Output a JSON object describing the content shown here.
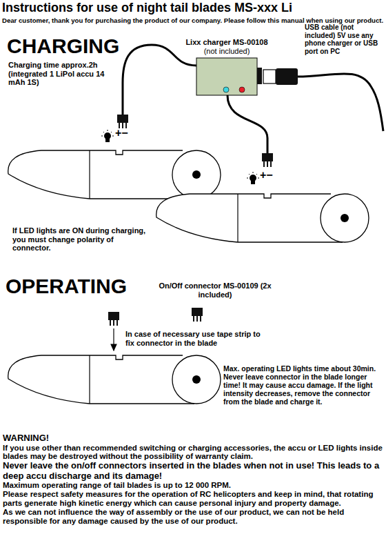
{
  "diagram": {
    "title": "Instructions for use of night tail blades MS-xxx Li",
    "nodes": [
      {
        "text": [
          "Lixx charger MS-00108",
          "(not included)"
        ]
      }
    ],
    "labels": [
      "Dear customer, thank you for purchasing the product of our company. Please follow this manual when using our product.",
      "CHARGING",
      "Charging time approx.2h (integrated 1 LiPol accu 14 mAh 1S)",
      "USB cable (not included) 5V use any phone charger or USB port on PC",
      "+−",
      "+−",
      "If LED lights are ON during charging, you must change polarity of connector.",
      "OPERATING",
      "On/Off connector MS-00109 (2x included)",
      "In case of necessary use tape strip to fix connector in the blade",
      "Max. operating LED lights time about 30min. Never leave connector in the blade longer time! It may cause accu damage. If the light intensity decreases, remove the connector from the blade and charge it.",
      "WARNING!",
      "If you use other than recommended switching or charging accessories, the accu or LED lights inside blades may be destroyed without the possibility of warranty claim.",
      "Never leave the on/off connectors inserted in the blades when not in use! This leads to a deep accu discharge and its damage!",
      "Maximum operating range of tail blades is up to 12 000 RPM.",
      "Please respect safety measures for the operation of RC helicopters and keep in mind, that rotating parts generate high kinetic energy which can cause personal injury and property damage.",
      "As we can not influence the way of assembly or the use of our product, we can not be held responsible for any damage caused by the use of our product."
    ]
  }
}
